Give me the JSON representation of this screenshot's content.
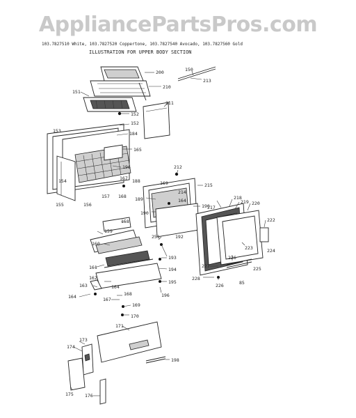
{
  "watermark": "AppliancePartsPros.com",
  "header": {
    "models": "103.7827510 White,  103.7827520 Coppertone,  103.7827540 Avocado,  103.7827560 Gold",
    "title": "ILLUSTRATION FOR UPPER BODY SECTION"
  },
  "callouts": {
    "c150": "150",
    "c151": "151",
    "c152": "152",
    "c152b": "152",
    "c153": "153",
    "c154": "154",
    "c155": "155",
    "c156": "156",
    "c157": "157",
    "c158": "158",
    "c159": "159",
    "c160": "160",
    "c161": "161",
    "c162": "162",
    "c163": "163",
    "c164": "164",
    "c164b": "164",
    "c164c": "164",
    "c165": "165",
    "c167": "167",
    "c167b": "167",
    "c168": "168",
    "c168b": "168",
    "c169": "169",
    "c169b": "169",
    "c170": "170",
    "c171": "171",
    "c173": "173",
    "c174": "174",
    "c175": "175",
    "c176": "176",
    "c184": "184",
    "c188": "188",
    "c189": "189",
    "c190": "190",
    "c190b": "190",
    "c192": "192",
    "c193": "193",
    "c194": "194",
    "c195": "195",
    "c196": "196",
    "c196b": "196",
    "c198": "198",
    "c200": "200",
    "c210": "210",
    "c211": "211",
    "c212": "212",
    "c213": "213",
    "c214": "214",
    "c215": "215",
    "c217": "217",
    "c218": "218",
    "c219": "219",
    "c220": "220",
    "c222": "222",
    "c223": "223",
    "c224": "224",
    "c225": "225",
    "c226": "226",
    "c226b": "226",
    "c227": "227",
    "c228": "228",
    "c251": "251",
    "c85": "85"
  }
}
